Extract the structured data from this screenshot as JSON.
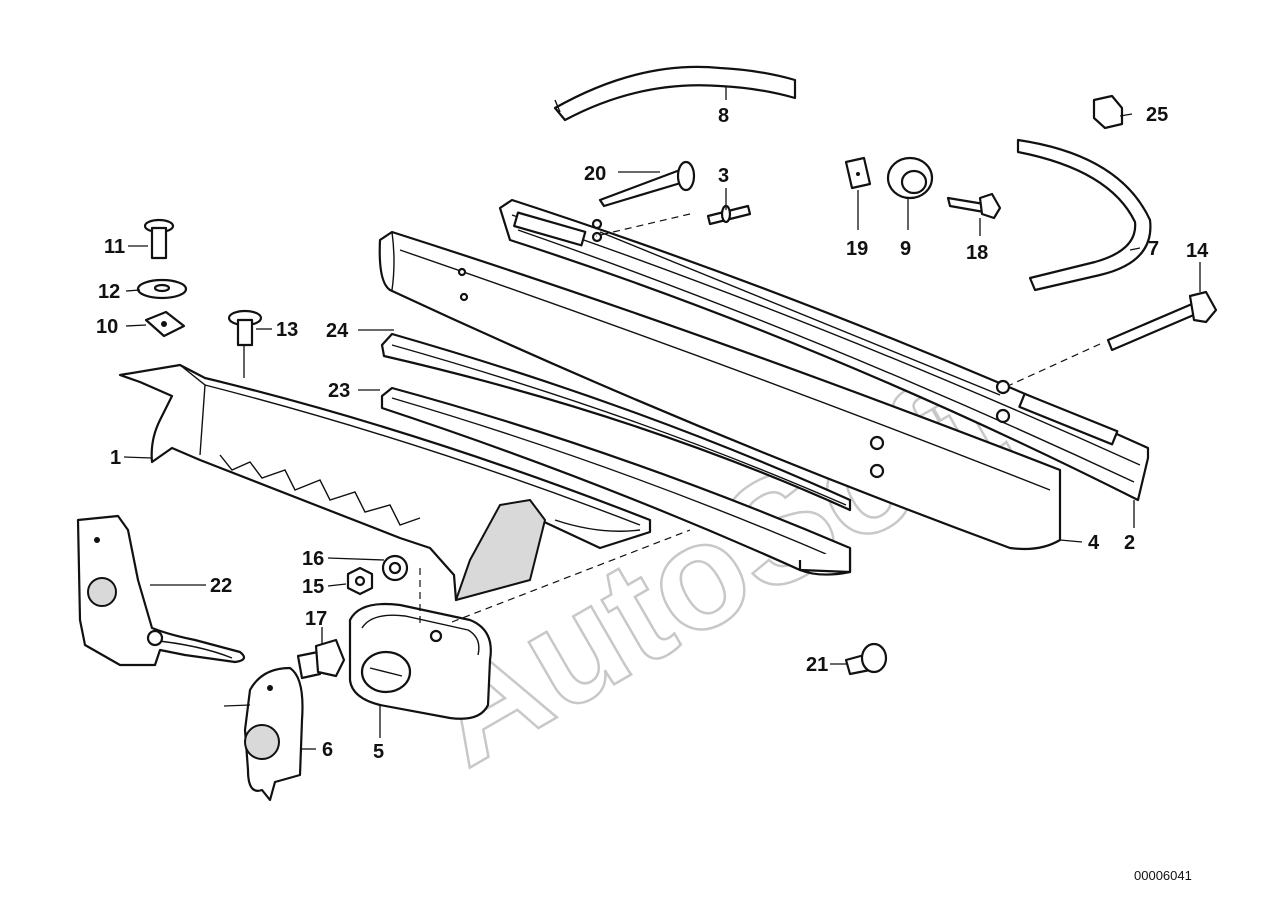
{
  "diagram_code": "00006041",
  "watermark": "AutoSoft",
  "parts": [
    {
      "id": "p1",
      "label": "1"
    },
    {
      "id": "p2",
      "label": "2"
    },
    {
      "id": "p3",
      "label": "3"
    },
    {
      "id": "p4",
      "label": "4"
    },
    {
      "id": "p5",
      "label": "5"
    },
    {
      "id": "p6",
      "label": "6"
    },
    {
      "id": "p7",
      "label": "7"
    },
    {
      "id": "p8",
      "label": "8"
    },
    {
      "id": "p9",
      "label": "9"
    },
    {
      "id": "p10",
      "label": "10"
    },
    {
      "id": "p11",
      "label": "11"
    },
    {
      "id": "p12",
      "label": "12"
    },
    {
      "id": "p13",
      "label": "13"
    },
    {
      "id": "p14",
      "label": "14"
    },
    {
      "id": "p15",
      "label": "15"
    },
    {
      "id": "p16",
      "label": "16"
    },
    {
      "id": "p17",
      "label": "17"
    },
    {
      "id": "p18",
      "label": "18"
    },
    {
      "id": "p19",
      "label": "19"
    },
    {
      "id": "p20",
      "label": "20"
    },
    {
      "id": "p21",
      "label": "21"
    },
    {
      "id": "p22",
      "label": "22"
    },
    {
      "id": "p23",
      "label": "23"
    },
    {
      "id": "p24",
      "label": "24"
    },
    {
      "id": "p25",
      "label": "25"
    }
  ]
}
